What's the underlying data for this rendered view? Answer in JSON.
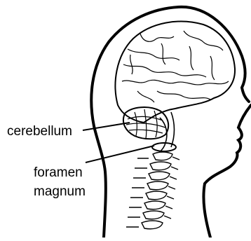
{
  "labels": {
    "cerebellum": "cerebellum",
    "foramen_line1": "foramen",
    "foramen_line2": "magnum"
  },
  "colors": {
    "ink": "#000000",
    "background": "#ffffff"
  }
}
